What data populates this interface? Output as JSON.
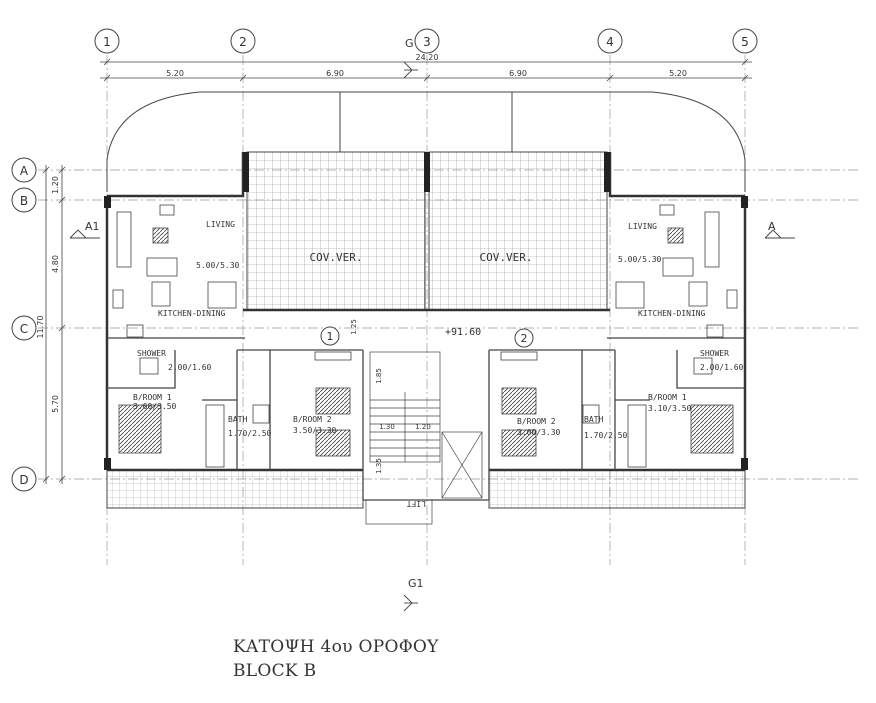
{
  "drawing": {
    "title_line1": "ΚΑΤΟΨΗ 4ου ΟΡΟΦΟΥ",
    "title_line2": "BLOCK B"
  },
  "grid": {
    "columns": [
      "1",
      "2",
      "3",
      "4",
      "5"
    ],
    "rows": [
      "A",
      "B",
      "C",
      "D"
    ]
  },
  "dimensions": {
    "overall": "24.20",
    "bays": [
      "5.20",
      "6.90",
      "6.90",
      "5.20"
    ],
    "row_spacings": [
      "1.20",
      "4.80",
      "5.70"
    ],
    "row_total": "11.70",
    "stair_dims": [
      "1.25",
      "1.85",
      "1.35",
      "1.30",
      "1.20"
    ]
  },
  "section_marks": {
    "top": "G",
    "bottom": "G1",
    "left": "A1",
    "right": "A"
  },
  "level_mark": "+91.60",
  "unit_numbers": [
    "1",
    "2"
  ],
  "rooms": {
    "living": "LIVING",
    "living_size": "5.00/5.30",
    "kitchen_dining": "KITCHEN-DINING",
    "cov_ver": "COV.VER.",
    "shower": "SHOWER",
    "shower_size": "2.00/1.60",
    "bath": "BATH",
    "bath_size": "1.70/2.50",
    "broom1": "B/ROOM 1",
    "broom1_size_left": "3.60/3.50",
    "broom1_size_right": "3.10/3.50",
    "broom2": "B/ROOM 2",
    "broom2_size_left": "3.50/3.30",
    "broom2_size_right": "3.00/3.30",
    "lift": "LIFT"
  },
  "colors": {
    "line": "#444444",
    "grid": "#999999",
    "hatch": "#888888",
    "paper": "#ffffff"
  }
}
